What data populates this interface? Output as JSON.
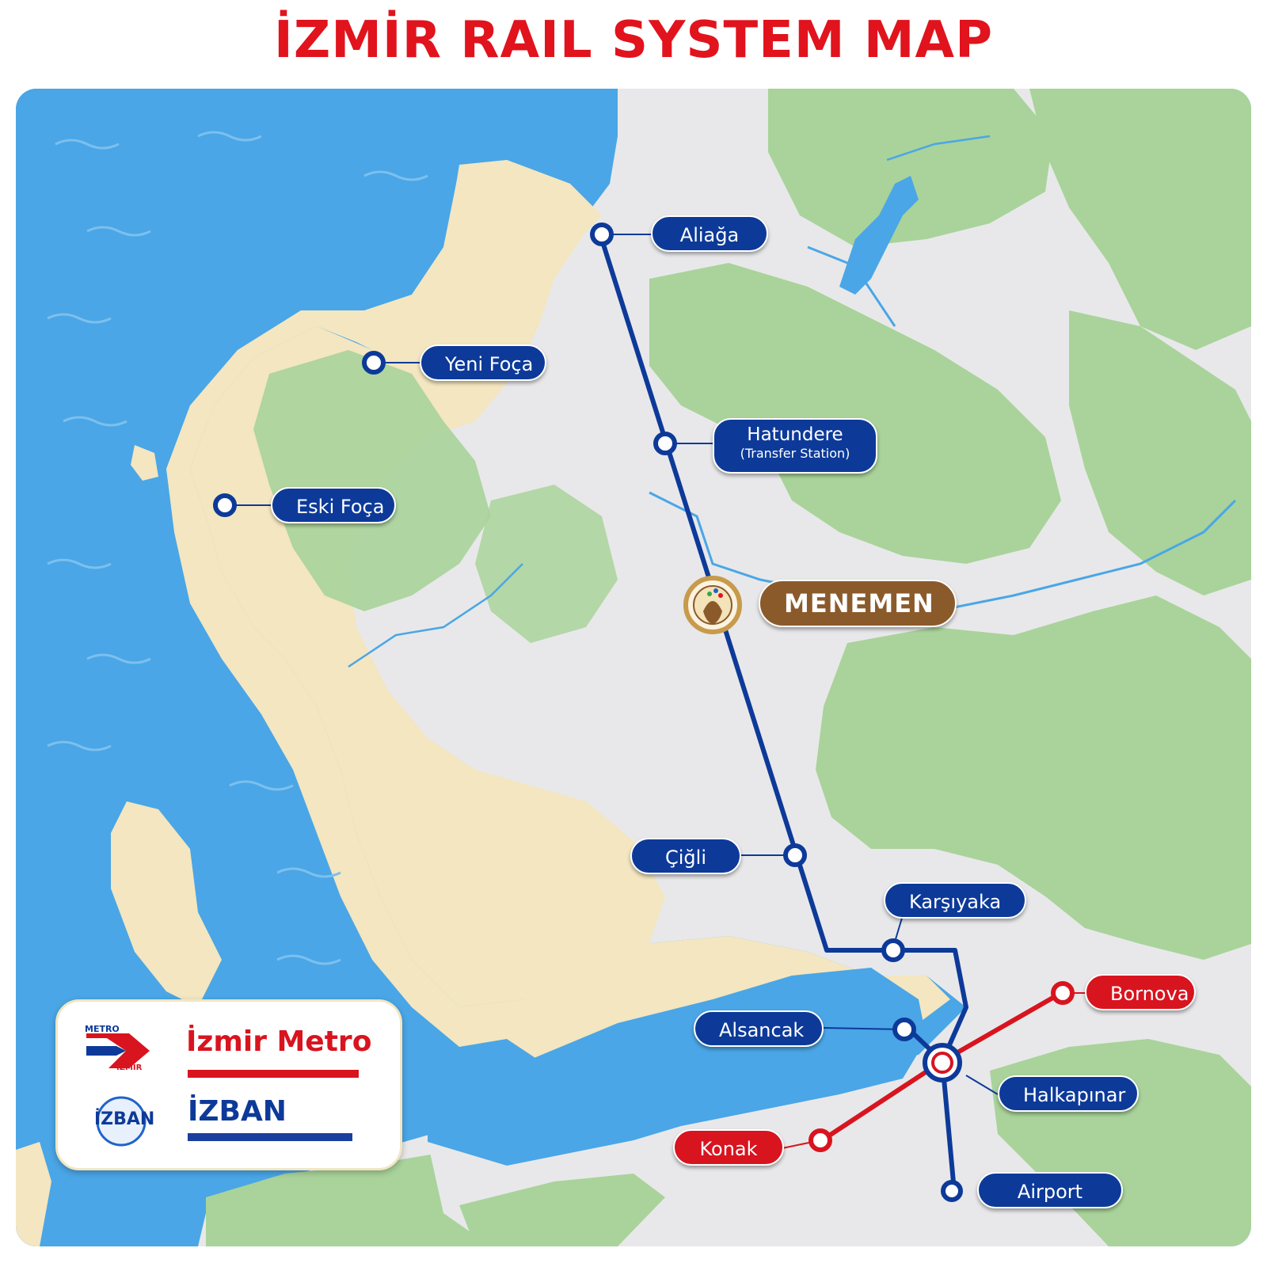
{
  "title": "İZMİR RAIL SYSTEM MAP",
  "colors": {
    "sea": "#4aa6e6",
    "land": "#e8e8ea",
    "coast": "#f3e6c0",
    "forest": "#a9d39a",
    "izban_line": "#0d3a99",
    "metro_line": "#d8141f",
    "menemen": "#8b5a2b"
  },
  "stations": {
    "aliaga": "Aliağa",
    "yeni_foca": "Yeni Foça",
    "eski_foca": "Eski Foça",
    "hatundere": "Hatundere",
    "hatundere_note": "(Transfer Station)",
    "menemen": "MENEMEN",
    "cigli": "Çiğli",
    "karsiyaka": "Karşıyaka",
    "alsancak": "Alsancak",
    "halkapinar": "Halkapınar",
    "bornova": "Bornova",
    "konak": "Konak",
    "airport": "Airport"
  },
  "legend": {
    "metro": "İzmir Metro",
    "izban": "İZBAN",
    "metro_logo_top": "METRO",
    "metro_logo_bottom": "İZMİR",
    "izban_logo": "İZBAN"
  },
  "icons": {
    "menemen_marker": "pottery-icon",
    "metro_logo": "metro-izmir-logo",
    "izban_logo": "izban-logo"
  }
}
